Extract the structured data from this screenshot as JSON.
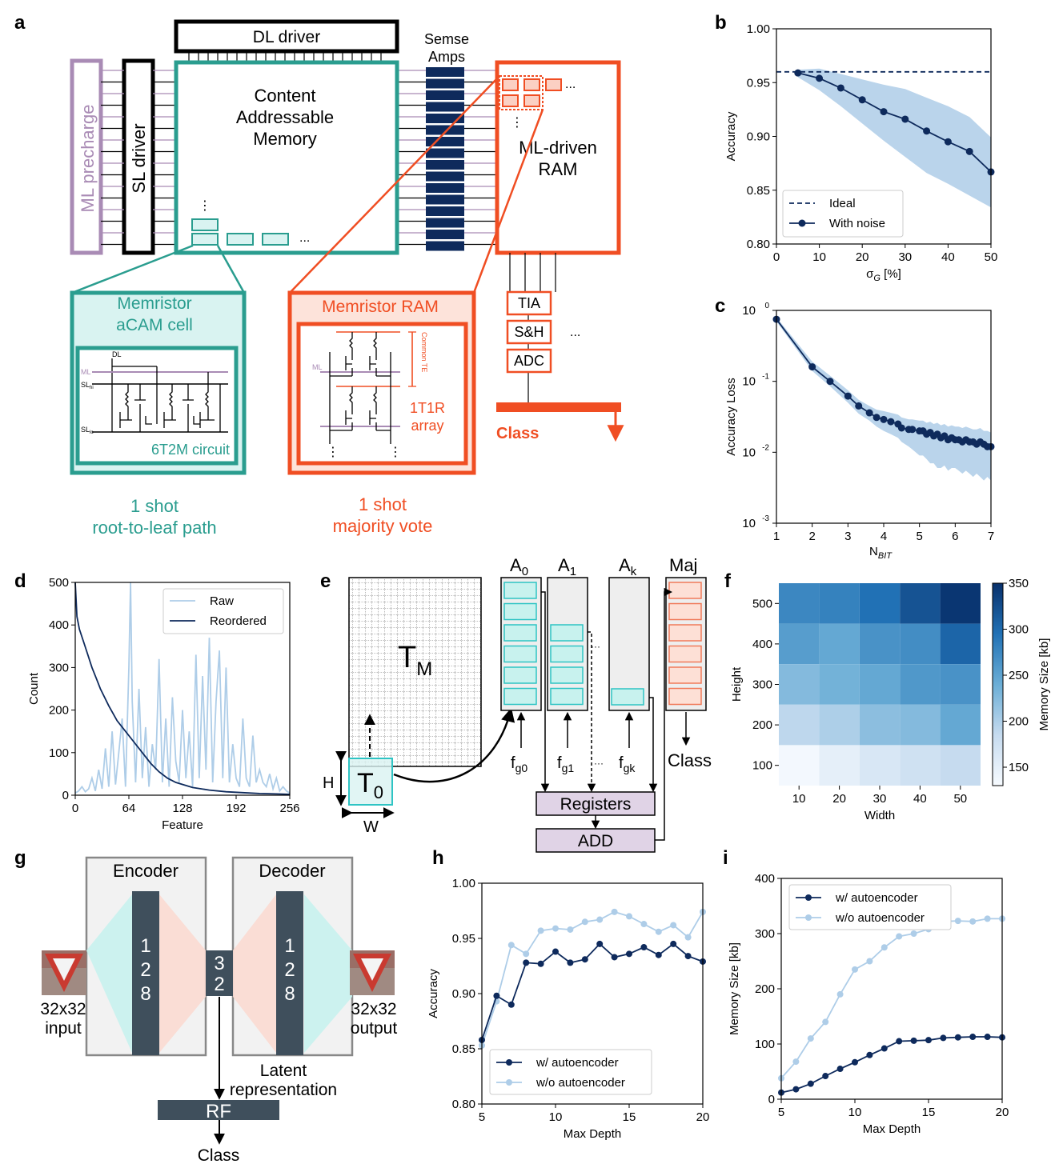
{
  "labels": {
    "a": "a",
    "b": "b",
    "c": "c",
    "d": "d",
    "e": "e",
    "f": "f",
    "g": "g",
    "h": "h",
    "i": "i"
  },
  "panel_a": {
    "dl_driver": "DL driver",
    "sense_amps_1": "Semse",
    "sense_amps_2": "Amps",
    "ml_precharge": "ML precharge",
    "sl_driver": "SL driver",
    "cam_1": "Content",
    "cam_2": "Addressable",
    "cam_3": "Memory",
    "ram_1": "ML-driven",
    "ram_2": "RAM",
    "acam_title_1": "Memristor",
    "acam_title_2": "aCAM cell",
    "acam_circuit": "6T2M circuit",
    "acam_dl": "DL",
    "acam_ml": "ML",
    "acam_slhi": "SL",
    "acam_slhi_sub": "hi",
    "acam_sllo": "SL",
    "acam_sllo_sub": "lo",
    "mram_title": "Memristor RAM",
    "mram_ml": "ML",
    "mram_te": "Common TE",
    "mram_1t1r_1": "1T1R",
    "mram_1t1r_2": "array",
    "tia": "TIA",
    "sh": "S&H",
    "adc": "ADC",
    "class": "Class",
    "ellipsis": "...",
    "vdots": "⋮",
    "shot1_a": "1 shot",
    "shot1_b": "root-to-leaf path",
    "shot2_a": "1 shot",
    "shot2_b": "majority vote"
  },
  "panel_e": {
    "tm": "T",
    "tm_sub": "M",
    "t0": "T",
    "t0_sub": "0",
    "a0": "A",
    "a0_sub": "0",
    "a1": "A",
    "a1_sub": "1",
    "ak": "A",
    "ak_sub": "k",
    "maj": "Maj",
    "fg0": "f",
    "fg0_sub": "g0",
    "fg1": "f",
    "fg1_sub": "g1",
    "fgk": "f",
    "fgk_sub": "gk",
    "class": "Class",
    "h": "H",
    "w": "W",
    "registers": "Registers",
    "add": "ADD",
    "dots": "···"
  },
  "panel_g": {
    "encoder": "Encoder",
    "decoder": "Decoder",
    "enc_dim": [
      "1",
      "2",
      "8"
    ],
    "latent_dim": [
      "3",
      "2"
    ],
    "dec_dim": [
      "1",
      "2",
      "8"
    ],
    "input_1": "32x32",
    "input_2": "input",
    "output_1": "32x32",
    "output_2": "output",
    "latent_1": "Latent",
    "latent_2": "representation",
    "rf": "RF",
    "class": "Class"
  },
  "colors": {
    "teal": "#2a9d8f",
    "orange": "#f04e23",
    "purple": "#a98bb5",
    "navy": "#0e2a5c",
    "light_blue": "#aecde8",
    "dark": "#3f4f5c"
  },
  "chart_data": [
    {
      "id": "b",
      "type": "line",
      "xlabel": "σ",
      "xlabel_sub": "G",
      "xlabel_tail": " [%]",
      "ylabel": "Accuracy",
      "xlim": [
        0,
        50
      ],
      "ylim": [
        0.8,
        1.0
      ],
      "xticks": [
        0,
        10,
        20,
        30,
        40,
        50
      ],
      "yticks": [
        0.8,
        0.85,
        0.9,
        0.95,
        1.0
      ],
      "ytick_labels": [
        "0.80",
        "0.85",
        "0.90",
        "0.95",
        "1.00"
      ],
      "legend": "bottom-left",
      "ideal": {
        "name": "Ideal",
        "value": 0.96
      },
      "series": [
        {
          "name": "With noise",
          "x": [
            5,
            10,
            15,
            20,
            25,
            30,
            35,
            40,
            45,
            50
          ],
          "y": [
            0.959,
            0.954,
            0.945,
            0.934,
            0.923,
            0.916,
            0.905,
            0.895,
            0.886,
            0.867
          ],
          "low": [
            0.955,
            0.943,
            0.928,
            0.912,
            0.896,
            0.881,
            0.866,
            0.856,
            0.845,
            0.834
          ],
          "high": [
            0.962,
            0.963,
            0.958,
            0.953,
            0.948,
            0.944,
            0.936,
            0.928,
            0.918,
            0.899
          ]
        }
      ]
    },
    {
      "id": "c",
      "type": "line",
      "xlabel": "N",
      "xlabel_sub": "BIT",
      "ylabel": "Accuracy Loss",
      "yscale": "log",
      "xlim": [
        1,
        7
      ],
      "ylim": [
        0.001,
        1
      ],
      "xticks": [
        1,
        2,
        3,
        4,
        5,
        6,
        7
      ],
      "yticks": [
        0.001,
        0.01,
        0.1,
        1
      ],
      "ytick_exp": [
        "-3",
        "-2",
        "-1",
        "0"
      ],
      "series": [
        {
          "name": "Accuracy loss",
          "x": [
            1,
            2,
            2.5,
            3,
            3.3,
            3.6,
            3.8,
            4,
            4.2,
            4.4,
            4.5,
            4.7,
            4.8,
            5,
            5.1,
            5.2,
            5.3,
            5.4,
            5.5,
            5.6,
            5.7,
            5.8,
            5.9,
            6,
            6.1,
            6.2,
            6.3,
            6.4,
            6.5,
            6.6,
            6.7,
            6.8,
            6.9,
            7
          ],
          "y": [
            0.75,
            0.16,
            0.1,
            0.062,
            0.045,
            0.036,
            0.031,
            0.029,
            0.027,
            0.025,
            0.022,
            0.021,
            0.021,
            0.02,
            0.02,
            0.018,
            0.019,
            0.017,
            0.018,
            0.016,
            0.017,
            0.015,
            0.016,
            0.015,
            0.015,
            0.014,
            0.015,
            0.014,
            0.014,
            0.013,
            0.014,
            0.013,
            0.012,
            0.012
          ],
          "low": [
            0.7,
            0.14,
            0.085,
            0.05,
            0.035,
            0.028,
            0.023,
            0.02,
            0.018,
            0.016,
            0.014,
            0.012,
            0.011,
            0.009,
            0.009,
            0.008,
            0.007,
            0.007,
            0.006,
            0.006,
            0.0065,
            0.0055,
            0.006,
            0.006,
            0.0055,
            0.005,
            0.0055,
            0.005,
            0.0045,
            0.005,
            0.0045,
            0.004,
            0.0045,
            0.004
          ],
          "high": [
            0.8,
            0.19,
            0.12,
            0.075,
            0.055,
            0.045,
            0.04,
            0.038,
            0.036,
            0.034,
            0.031,
            0.029,
            0.029,
            0.028,
            0.028,
            0.026,
            0.027,
            0.025,
            0.026,
            0.024,
            0.025,
            0.023,
            0.024,
            0.023,
            0.023,
            0.022,
            0.023,
            0.022,
            0.021,
            0.021,
            0.022,
            0.02,
            0.02,
            0.019
          ]
        }
      ]
    },
    {
      "id": "d",
      "type": "line",
      "xlabel": "Feature",
      "ylabel": "Count",
      "xlim": [
        0,
        256
      ],
      "ylim": [
        0,
        500
      ],
      "xticks": [
        0,
        64,
        128,
        192,
        256
      ],
      "yticks": [
        0,
        100,
        200,
        300,
        400,
        500
      ],
      "legend": "top-right",
      "series": [
        {
          "name": "Raw",
          "x": [
            0,
            4,
            8,
            12,
            16,
            20,
            24,
            28,
            32,
            36,
            40,
            44,
            48,
            52,
            56,
            60,
            64,
            66,
            68,
            72,
            76,
            80,
            84,
            88,
            92,
            96,
            100,
            104,
            108,
            112,
            116,
            120,
            124,
            128,
            132,
            136,
            140,
            144,
            148,
            152,
            156,
            160,
            164,
            168,
            172,
            176,
            180,
            184,
            188,
            192,
            196,
            200,
            204,
            208,
            212,
            216,
            220,
            224,
            228,
            232,
            236,
            240,
            244,
            248,
            252,
            256
          ],
          "y": [
            5,
            10,
            20,
            8,
            15,
            40,
            10,
            60,
            15,
            110,
            20,
            150,
            25,
            100,
            180,
            20,
            300,
            500,
            220,
            30,
            250,
            40,
            160,
            20,
            120,
            60,
            320,
            30,
            180,
            20,
            230,
            80,
            30,
            200,
            40,
            150,
            20,
            330,
            40,
            280,
            60,
            370,
            30,
            220,
            340,
            40,
            300,
            30,
            120,
            40,
            20,
            180,
            40,
            20,
            140,
            30,
            60,
            30,
            20,
            50,
            15,
            40,
            10,
            20,
            10,
            5
          ]
        },
        {
          "name": "Reordered",
          "x": [
            0,
            2,
            5,
            10,
            15,
            20,
            25,
            30,
            40,
            50,
            60,
            70,
            80,
            90,
            100,
            110,
            120,
            140,
            160,
            180,
            200,
            220,
            240,
            256
          ],
          "y": [
            500,
            420,
            390,
            360,
            330,
            300,
            275,
            250,
            210,
            175,
            150,
            125,
            100,
            75,
            55,
            40,
            30,
            18,
            12,
            8,
            6,
            4,
            3,
            2
          ]
        }
      ]
    },
    {
      "id": "f",
      "type": "heatmap",
      "xlabel": "Width",
      "ylabel": "Height",
      "x_categories": [
        "10",
        "20",
        "30",
        "40",
        "50"
      ],
      "y_categories": [
        "500",
        "400",
        "300",
        "200",
        "100"
      ],
      "values": [
        [
          275,
          280,
          295,
          320,
          345
        ],
        [
          255,
          245,
          265,
          270,
          305
        ],
        [
          225,
          235,
          245,
          260,
          265
        ],
        [
          190,
          200,
          220,
          225,
          245
        ],
        [
          135,
          150,
          165,
          175,
          185
        ]
      ],
      "vmin": 130,
      "vmax": 350,
      "colorbar_label": "Memory Size [kb]",
      "colorbar_ticks": [
        150,
        200,
        250,
        300,
        350
      ]
    },
    {
      "id": "h",
      "type": "line",
      "xlabel": "Max Depth",
      "ylabel": "Accuracy",
      "xlim": [
        5,
        20
      ],
      "ylim": [
        0.8,
        1.0
      ],
      "xticks": [
        5,
        10,
        15,
        20
      ],
      "yticks": [
        0.8,
        0.85,
        0.9,
        0.95,
        1.0
      ],
      "ytick_labels": [
        "0.80",
        "0.85",
        "0.90",
        "0.95",
        "1.00"
      ],
      "legend": "bottom-right",
      "series": [
        {
          "name": "w/ autoencoder",
          "x": [
            5,
            6,
            7,
            8,
            9,
            10,
            11,
            12,
            13,
            14,
            15,
            16,
            17,
            18,
            19,
            20
          ],
          "y": [
            0.858,
            0.898,
            0.89,
            0.928,
            0.927,
            0.938,
            0.928,
            0.931,
            0.945,
            0.933,
            0.936,
            0.942,
            0.935,
            0.945,
            0.934,
            0.929
          ]
        },
        {
          "name": "w/o autoencoder",
          "x": [
            5,
            6,
            7,
            8,
            9,
            10,
            11,
            12,
            13,
            14,
            15,
            16,
            17,
            18,
            19,
            20
          ],
          "y": [
            0.853,
            0.893,
            0.944,
            0.936,
            0.957,
            0.959,
            0.958,
            0.965,
            0.967,
            0.974,
            0.97,
            0.963,
            0.956,
            0.962,
            0.951,
            0.974
          ]
        }
      ]
    },
    {
      "id": "i",
      "type": "line",
      "xlabel": "Max Depth",
      "ylabel": "Memory Size [kb]",
      "xlim": [
        5,
        20
      ],
      "ylim": [
        0,
        400
      ],
      "xticks": [
        5,
        10,
        15,
        20
      ],
      "yticks": [
        0,
        100,
        200,
        300,
        400
      ],
      "legend": "top-left",
      "series": [
        {
          "name": "w/ autoencoder",
          "x": [
            5,
            6,
            7,
            8,
            9,
            10,
            11,
            12,
            13,
            14,
            15,
            16,
            17,
            18,
            19,
            20
          ],
          "y": [
            12,
            18,
            28,
            42,
            55,
            67,
            80,
            92,
            105,
            106,
            107,
            111,
            112,
            113,
            113,
            112
          ]
        },
        {
          "name": "w/o autoencoder",
          "x": [
            5,
            6,
            7,
            8,
            9,
            10,
            11,
            12,
            13,
            14,
            15,
            16,
            17,
            18,
            19,
            20
          ],
          "y": [
            38,
            68,
            110,
            140,
            190,
            235,
            250,
            275,
            295,
            300,
            308,
            322,
            323,
            322,
            327,
            327
          ]
        }
      ]
    }
  ]
}
